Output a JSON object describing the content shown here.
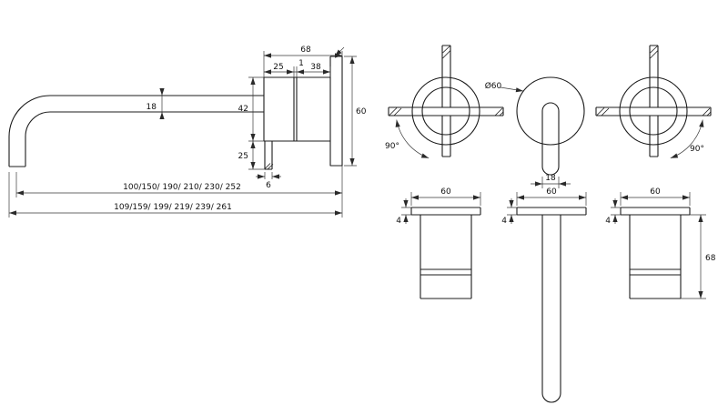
{
  "side_view": {
    "width_total": "68",
    "width_handle": "25",
    "width_gap": "1",
    "width_cartridge": "38",
    "spout_tube_height": "18",
    "body_height": "42",
    "flange_height": "60",
    "stem_height": "25",
    "stem_width": "6",
    "spout_reach_options": "100/150/ 190/ 210/ 230/ 252",
    "total_reach_options": "109/159/ 199/ 219/ 239/ 261"
  },
  "front_view": {
    "flange_diameter": "Ø60",
    "handle_angle_left": "90°",
    "handle_angle_right": "90°",
    "spout_width": "18"
  },
  "bottom_view": {
    "left_valve_width": "60",
    "left_flange_thickness": "4",
    "spout_flange_width": "60",
    "spout_flange_thickness": "4",
    "right_valve_width": "60",
    "right_flange_thickness": "4",
    "right_body_height": "68"
  }
}
